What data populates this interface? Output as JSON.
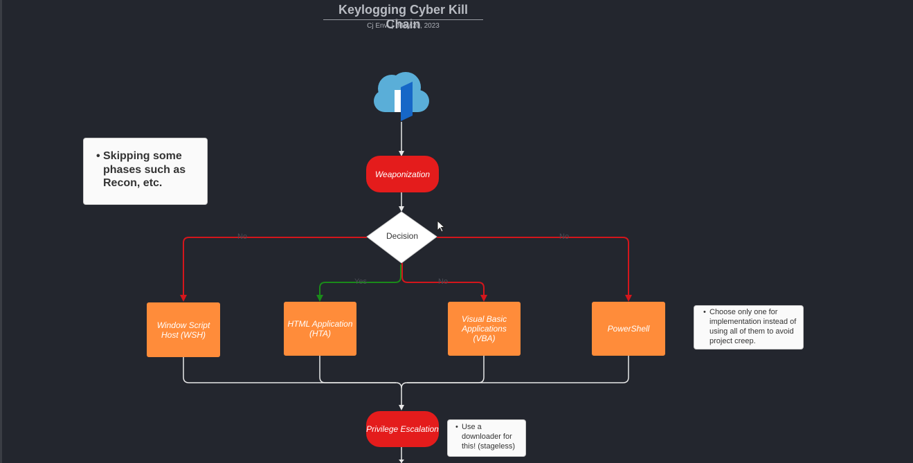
{
  "header": {
    "title": "Keylogging Cyber Kill Chain",
    "author": "Cj Env",
    "separator": "|",
    "date": "May 20, 2023"
  },
  "nodes": {
    "weaponization": "Weaponization",
    "decision": "Decision",
    "wsh": "Window Script Host (WSH)",
    "hta": "HTML Application (HTA)",
    "vba": "Visual Basic Applications (VBA)",
    "powershell": "PowerShell",
    "privilege": "Privilege Escalation"
  },
  "edge_labels": {
    "left_no": "No",
    "yes": "Yes",
    "mid_no": "No",
    "right_no": "No"
  },
  "notes": {
    "skip": "Skipping some phases such as Recon, etc.",
    "choose": "Choose only one for implementation instead of using all of them to avoid project creep.",
    "downloader": "Use a downloader for this! (stageless)"
  },
  "colors": {
    "background": "#23262e",
    "terminal": "#e41c1c",
    "process": "#ff8c3a",
    "no_edge": "#d4161c",
    "yes_edge": "#1a8a1a",
    "connector": "#e8e8e8"
  },
  "icons": {
    "cloud": "cloud-icon",
    "cursor": "mouse-cursor-icon"
  }
}
